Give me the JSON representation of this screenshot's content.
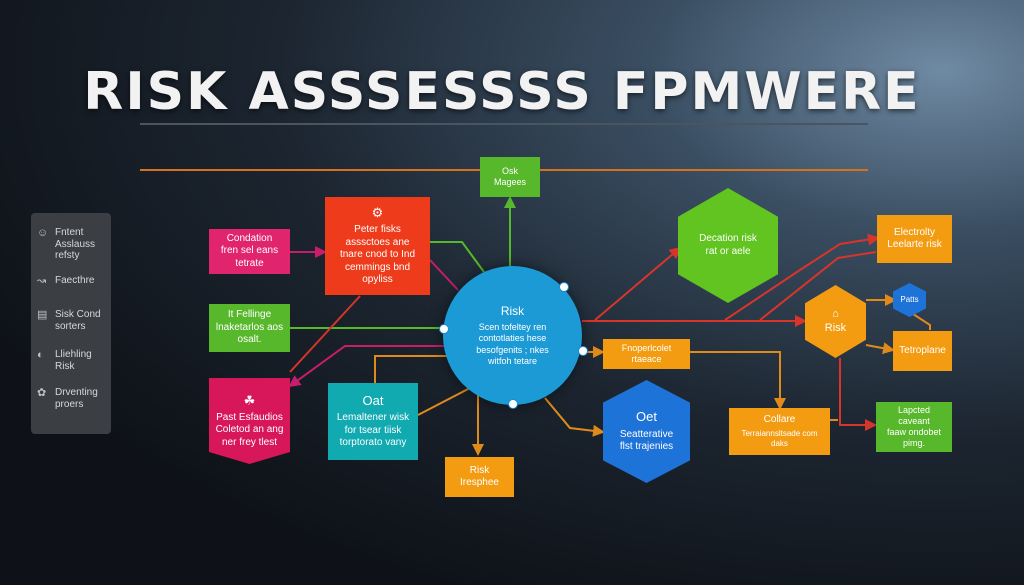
{
  "title": "RISK ASSSESSSS FPMWERE",
  "sidebar": {
    "items": [
      {
        "icon": "person-icon",
        "label": "Fntent\nAsslauss\nrefsty"
      },
      {
        "icon": "arrow-icon",
        "label": "Faecthre"
      },
      {
        "icon": "document-icon",
        "label": "Sisk Cond\nsorters"
      },
      {
        "icon": "globe-icon",
        "label": "Lliehling\nRisk"
      },
      {
        "icon": "shield-icon",
        "label": "Drventing\nproers"
      }
    ]
  },
  "nodes": {
    "top": "Osk\nMagees",
    "red": "Peter fisks\nasssctoes ane\ntnare cnod to Ind\ncemmings bnd\nopyliss",
    "pink": "Condation\nfren sel eans\ntetrate",
    "green_left": "It Fellinge\nlnaketarlos aos\nosalt.",
    "magenta": "Past Esfaudios\nColetod an ang\nner frey tlest",
    "center_title": "Risk",
    "center_body": "Scen tofeltey ren\ncontotlaties hese\nbesofgenits ; nkes\nwitfoh tetare",
    "teal_title": "Oat",
    "teal_body": "Lemaltener wisk\nfor tsear tiisk\ntorptorato vany",
    "risk_small": "Risk\nIresphee",
    "hex_green": "Decation risk\nrat or aele",
    "orange_mid": "Fnoperlcolet\nrtaeace",
    "hex_blue_title": "Oet",
    "hex_blue_body": "Seatterative\nflst trajenies",
    "collaire_title": "Collare",
    "collaire_body": "Terraiannsltsade com\ndaks",
    "orange_top_right": "Electrolty\nLeelarte risk",
    "hex_orange": "Risk",
    "blue_small": "Patts",
    "orange_right": "Tetroplane",
    "green_right": "Lapcted\ncaveant\nfaaw ondobet\npimg."
  },
  "colors": {
    "orange_line": "#d4731f",
    "red_line": "#d8352a",
    "green": "#58b82b",
    "red": "#ee3b1b",
    "pink": "#e0246e",
    "magenta": "#d8175a",
    "blue_center": "#1c9ad6",
    "teal": "#11aab1",
    "orange": "#f39c12",
    "hex_green": "#61c421",
    "hex_blue": "#1e73d8"
  }
}
